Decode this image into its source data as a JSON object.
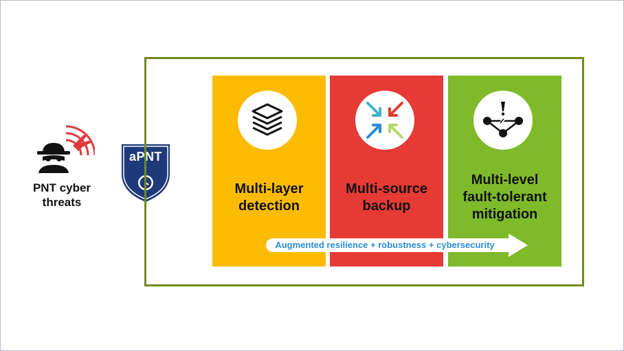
{
  "threats": {
    "line1": "PNT cyber",
    "line2": "threats"
  },
  "shield": {
    "label": "aPNT"
  },
  "panels": [
    {
      "lines": [
        "Multi-layer",
        "detection"
      ],
      "icon": "layers-icon",
      "color": "#fbbb00"
    },
    {
      "lines": [
        "Multi-source",
        "backup"
      ],
      "icon": "converging-arrows-icon",
      "color": "#e63a35"
    },
    {
      "lines": [
        "Multi-level",
        "fault-tolerant",
        "mitigation"
      ],
      "icon": "network-alert-icon",
      "color": "#7fba2a"
    }
  ],
  "arrow": {
    "label": "Augmented resilience + robustness + cybersecurity"
  },
  "colors": {
    "frame": "#6e8c1e",
    "shield": "#1f3a7a",
    "arrow_text": "#2b8cd6",
    "threat_signal": "#e03a3a"
  }
}
